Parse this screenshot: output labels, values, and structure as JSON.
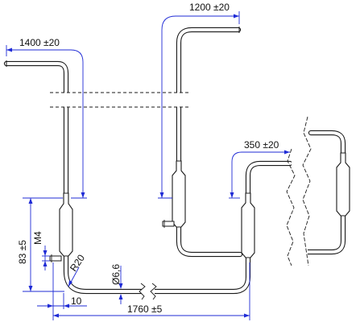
{
  "dimensions": {
    "top_right_length": "1200 ±20",
    "top_left_length": "1400 ±20",
    "right_loop_length": "350 ±20",
    "height": "83 ±5",
    "thread": "M4",
    "bend_radius": "R20",
    "diameter": "Ø6,6",
    "offset": "10",
    "total_length": "1760 ±5"
  },
  "colors": {
    "dimension_lines": "#1f2bd6",
    "outline": "#1a1a1a"
  }
}
